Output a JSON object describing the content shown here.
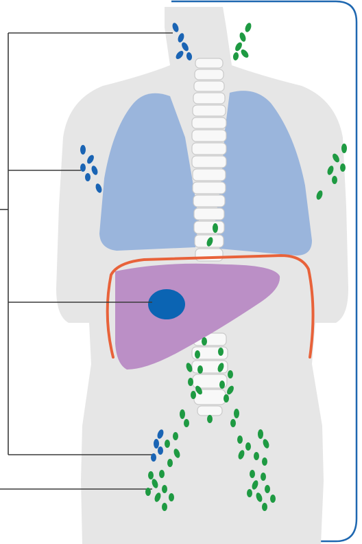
{
  "figure": {
    "alt": "",
    "colors": {
      "background": "#ffffff",
      "body_silhouette": "#e6e6e6",
      "lungs": "#9ab5dc",
      "spine": "#f8f8f8",
      "spine_outline": "#c9c9c9",
      "liver": "#bb8fc6",
      "liver_lesion": "#0b64b3",
      "diaphragm_line": "#e8623a",
      "lymph_node_blue": "#1a64b4",
      "lymph_node_green": "#1e9a42",
      "leader_lines": "#3a3a3a",
      "frame_border": "#1e67b0"
    },
    "regions": [
      {
        "name": "neck",
        "left_nodes": "lymph_node_blue",
        "right_nodes": "lymph_node_green"
      },
      {
        "name": "axilla",
        "left_nodes": "lymph_node_blue",
        "right_nodes": "lymph_node_green"
      },
      {
        "name": "spleen-liver",
        "left_nodes": "liver_lesion",
        "right_nodes": ""
      },
      {
        "name": "groin",
        "left_nodes": "lymph_node_blue",
        "right_nodes": "lymph_node_green"
      },
      {
        "name": "thigh",
        "left_nodes": "lymph_node_green",
        "right_nodes": "lymph_node_green"
      }
    ],
    "icons": [
      "body-silhouette",
      "lungs",
      "spine",
      "liver",
      "diaphragm-line",
      "lymph-node-cluster"
    ]
  }
}
